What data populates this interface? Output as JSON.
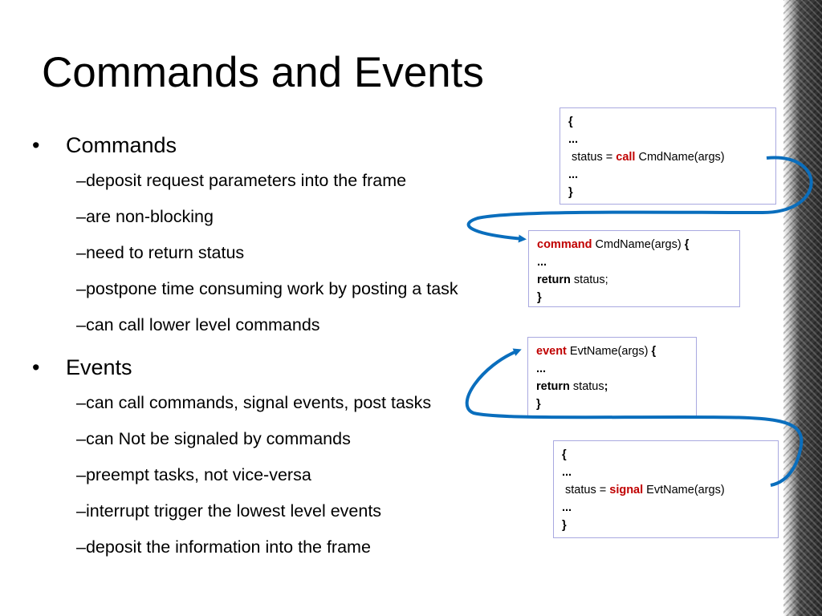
{
  "slide": {
    "title": "Commands and Events",
    "bullets": [
      {
        "label": "Commands",
        "items": [
          "deposit request parameters into the frame",
          "are non-blocking",
          "need to return status",
          "postpone time consuming work by posting a task",
          "can call lower level commands"
        ]
      },
      {
        "label": "Events",
        "items": [
          "can call commands, signal events, post tasks",
          "can Not be signaled by commands",
          "preempt tasks, not vice-versa",
          "interrupt trigger the lowest level events",
          "deposit the information into the frame"
        ]
      }
    ],
    "bullet_char": "•",
    "dash_char": "–"
  },
  "code": {
    "call_box": {
      "open": "{",
      "ellipsis1": "...",
      "prefix": " status = ",
      "keyword": "call",
      "suffix": " CmdName(args)",
      "ellipsis2": "...",
      "close": "}"
    },
    "command_box": {
      "keyword": "command",
      "signature": " CmdName(args) ",
      "brace": "{",
      "ellipsis": "...",
      "return_kw": "return",
      "return_rest": " status;",
      "close": "}"
    },
    "event_box": {
      "keyword": "event",
      "signature": " EvtName(args) ",
      "brace": "{",
      "ellipsis": "...",
      "return_kw": "return",
      "return_rest": " status",
      "semicolon": ";",
      "close": "}"
    },
    "signal_box": {
      "open": "{",
      "ellipsis1": "...",
      "prefix": " status = ",
      "keyword": "signal",
      "suffix": " EvtName(args)",
      "ellipsis2": "...",
      "close": "}"
    }
  },
  "colors": {
    "keyword_red": "#c00000",
    "arrow_blue": "#0a6ebd",
    "box_border": "#a9a9e0"
  }
}
